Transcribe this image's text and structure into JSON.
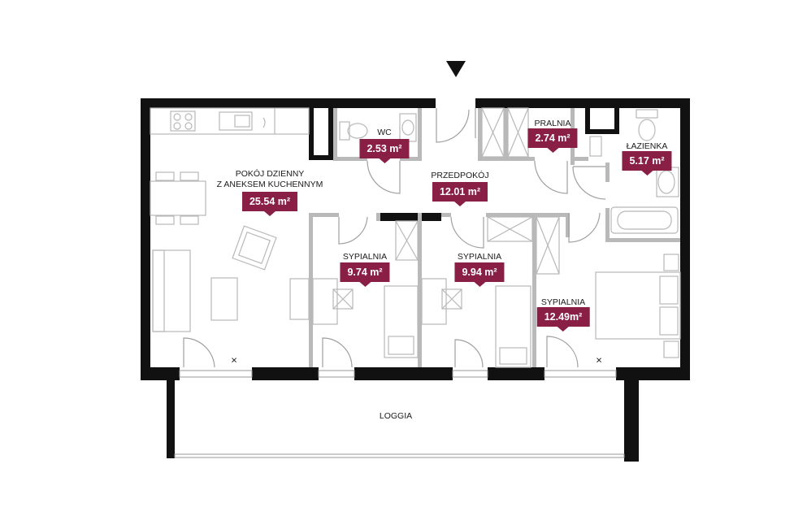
{
  "rooms": {
    "living": {
      "name_line1": "POKÓJ DZIENNY",
      "name_line2": "Z ANEKSEM KUCHENNYM",
      "area": "25.54 m²"
    },
    "wc": {
      "name": "WC",
      "area": "2.53 m²"
    },
    "hall": {
      "name": "PRZEDPOKÓJ",
      "area": "12.01 m²"
    },
    "laundry": {
      "name": "PRALNIA",
      "area": "2.74 m²"
    },
    "bathroom": {
      "name": "ŁAZIENKA",
      "area": "5.17 m²"
    },
    "bedroom1": {
      "name": "SYPIALNIA",
      "area": "9.74 m²"
    },
    "bedroom2": {
      "name": "SYPIALNIA",
      "area": "9.94 m²"
    },
    "bedroom3": {
      "name": "SYPIALNIA",
      "area": "12.49m²"
    },
    "loggia": {
      "name": "LOGGIA"
    }
  },
  "markers": {
    "exit_mark": "×"
  },
  "colors": {
    "tag_bg": "#8a1f45",
    "wall": "#111111",
    "partition": "#b9b9b9"
  }
}
